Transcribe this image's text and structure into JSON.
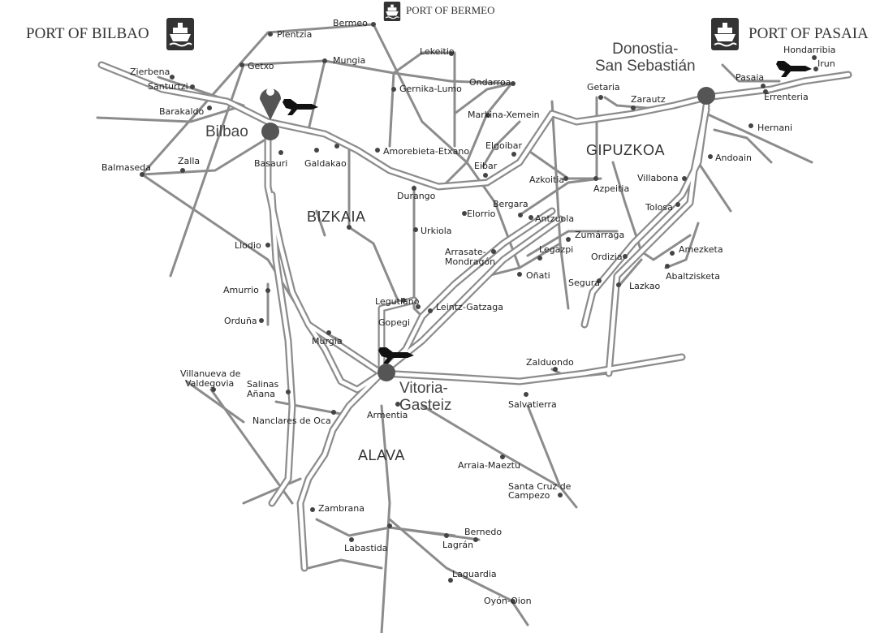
{
  "ports": {
    "bilbao": "PORT OF BILBAO",
    "bermeo": "PORT OF BERMEO",
    "pasaia": "PORT OF PASAIA"
  },
  "cities": {
    "bilbao": "Bilbao",
    "donostia_1": "Donostia-",
    "donostia_2": "San Sebastián",
    "vitoria_1": "Vitoria-",
    "vitoria_2": "Gasteiz"
  },
  "regions": {
    "bizkaia": "BIZKAIA",
    "gipuzkoa": "GIPUZKOA",
    "alava": "ALAVA"
  },
  "towns": [
    {
      "id": "plentzia",
      "name": "Plentzia"
    },
    {
      "id": "bermeo",
      "name": "Bermeo"
    },
    {
      "id": "mungia",
      "name": "Mungia"
    },
    {
      "id": "getxo",
      "name": "Getxo"
    },
    {
      "id": "zierbena",
      "name": "Zierbena"
    },
    {
      "id": "santurtzi",
      "name": "Santurtzi"
    },
    {
      "id": "barakaldo",
      "name": "Barakaldo"
    },
    {
      "id": "lekeitio",
      "name": "Lekeitio"
    },
    {
      "id": "gernika",
      "name": "Gernika-Lumo"
    },
    {
      "id": "ondarroa",
      "name": "Ondarroa"
    },
    {
      "id": "markina",
      "name": "Markina-Xemein"
    },
    {
      "id": "amorebieta",
      "name": "Amorebieta-Etxano"
    },
    {
      "id": "elgoibar",
      "name": "Elgoibar"
    },
    {
      "id": "eibar",
      "name": "Eibar"
    },
    {
      "id": "basauri",
      "name": "Basauri"
    },
    {
      "id": "galdakao",
      "name": "Galdakao"
    },
    {
      "id": "balmaseda",
      "name": "Balmaseda"
    },
    {
      "id": "zalla",
      "name": "Zalla"
    },
    {
      "id": "durango",
      "name": "Durango"
    },
    {
      "id": "elorrio",
      "name": "Elorrio"
    },
    {
      "id": "bergara",
      "name": "Bergara"
    },
    {
      "id": "urkiola",
      "name": "Urkiola"
    },
    {
      "id": "antzuola",
      "name": "Antzuola"
    },
    {
      "id": "azkoitia",
      "name": "Azkoitia"
    },
    {
      "id": "azpeitia",
      "name": "Azpeitia"
    },
    {
      "id": "getaria",
      "name": "Getaria"
    },
    {
      "id": "zarautz",
      "name": "Zarautz"
    },
    {
      "id": "hondarribia",
      "name": "Hondarribia"
    },
    {
      "id": "irun",
      "name": "Irun"
    },
    {
      "id": "pasaia",
      "name": "Pasaia"
    },
    {
      "id": "errenteria",
      "name": "Errenteria"
    },
    {
      "id": "hernani",
      "name": "Hernani"
    },
    {
      "id": "andoain",
      "name": "Andoain"
    },
    {
      "id": "villabona",
      "name": "Villabona"
    },
    {
      "id": "tolosa",
      "name": "Tolosa"
    },
    {
      "id": "amezketa",
      "name": "Amezketa"
    },
    {
      "id": "abaltzisketa",
      "name": "Abaltzisketa"
    },
    {
      "id": "zumarraga",
      "name": "Zumárraga"
    },
    {
      "id": "legazpi",
      "name": "Legazpi"
    },
    {
      "id": "ordizia",
      "name": "Ordizia"
    },
    {
      "id": "onati",
      "name": "Oñati"
    },
    {
      "id": "arrasate_1",
      "name": "Arrasate-"
    },
    {
      "id": "arrasate_2",
      "name": "Mondragón"
    },
    {
      "id": "segura",
      "name": "Segura"
    },
    {
      "id": "lazkao",
      "name": "Lazkao"
    },
    {
      "id": "llodio",
      "name": "Llodio"
    },
    {
      "id": "amurrio",
      "name": "Amurrio"
    },
    {
      "id": "orduna",
      "name": "Orduña"
    },
    {
      "id": "legutiano",
      "name": "Legutiano"
    },
    {
      "id": "leintz",
      "name": "Leintz-Gatzaga"
    },
    {
      "id": "gopegi",
      "name": "Gopegi"
    },
    {
      "id": "murgia",
      "name": "Murgia"
    },
    {
      "id": "villanueva_1",
      "name": "Villanueva de"
    },
    {
      "id": "villanueva_2",
      "name": "Valdegovia"
    },
    {
      "id": "salinas_1",
      "name": "Salinas"
    },
    {
      "id": "salinas_2",
      "name": "Añana"
    },
    {
      "id": "nanclares",
      "name": "Nanclares de Oca"
    },
    {
      "id": "armentia",
      "name": "Armentia"
    },
    {
      "id": "zalduondo",
      "name": "Zalduondo"
    },
    {
      "id": "salvatierra",
      "name": "Salvatierra"
    },
    {
      "id": "arraia",
      "name": "Arraia-Maeztu"
    },
    {
      "id": "santacruz_1",
      "name": "Santa Cruz de"
    },
    {
      "id": "santacruz_2",
      "name": "Campezo"
    },
    {
      "id": "zambrana",
      "name": "Zambrana"
    },
    {
      "id": "labastida",
      "name": "Labastida"
    },
    {
      "id": "bernedo",
      "name": "Bernedo"
    },
    {
      "id": "lagran",
      "name": "Lagrán"
    },
    {
      "id": "laguardia",
      "name": "Laguardia"
    },
    {
      "id": "oyon",
      "name": "Oyón-Oion"
    }
  ],
  "icons": {
    "port": "ship-icon",
    "airport": "airplane-icon",
    "location": "location-pin-icon"
  },
  "colors": {
    "road": "#8c8c8c",
    "road_inner": "#ffffff",
    "dot": "#444444",
    "city": "#555555",
    "text": "#222222"
  }
}
